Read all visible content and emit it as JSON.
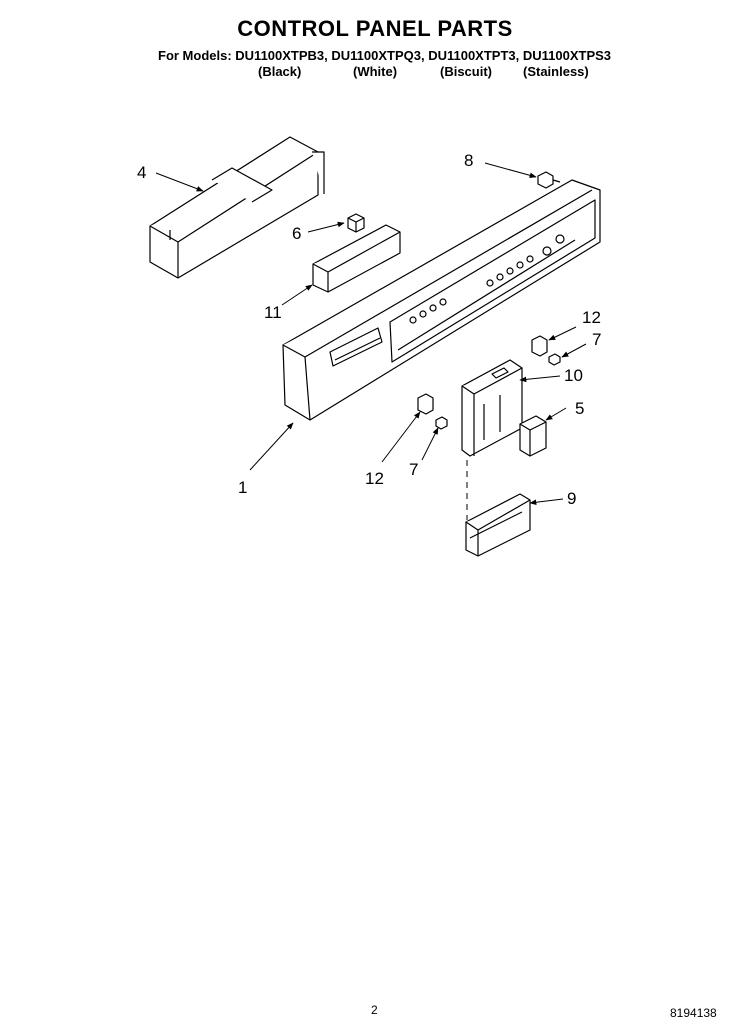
{
  "header": {
    "title": "CONTROL PANEL PARTS",
    "models_line": "For Models: DU1100XTPB3, DU1100XTPQ3, DU1100XTPT3, DU1100XTPS3",
    "variants": [
      "(Black)",
      "(White)",
      "(Biscuit)",
      "(Stainless)"
    ]
  },
  "callouts": {
    "c1": "1",
    "c4": "4",
    "c5": "5",
    "c6": "6",
    "c7a": "7",
    "c7b": "7",
    "c8": "8",
    "c9": "9",
    "c10": "10",
    "c11": "11",
    "c12a": "12",
    "c12b": "12"
  },
  "footer": {
    "page_number": "2",
    "doc_number": "8194138"
  }
}
